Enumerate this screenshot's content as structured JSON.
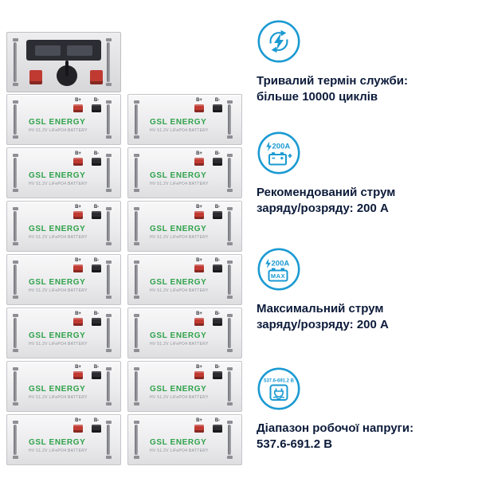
{
  "features": [
    {
      "icon": "cycle-life-icon",
      "line1": "Тривалий термін служби:",
      "line2": "більше 10000 циклів"
    },
    {
      "icon": "recommended-current-icon",
      "icon_label": "200A",
      "line1": "Рекомендований струм",
      "line2": "заряду/розряду: 200 А"
    },
    {
      "icon": "max-current-icon",
      "icon_label": "200A",
      "icon_sublabel": "MAX",
      "line1": "Максимальний струм",
      "line2": "заряду/розряду: 200 А"
    },
    {
      "icon": "voltage-range-icon",
      "icon_label": "537.6-691.2 В",
      "line1": "Діапазон робочої напруги:",
      "line2": "537.6-691.2 В"
    }
  ],
  "battery": {
    "brand": "GSL ENERGY",
    "model_text": "HV 51.2V LiFePO4 BATTERY",
    "terminal_plus_label": "B+",
    "terminal_minus_label": "B-",
    "module_count": 14
  },
  "colors": {
    "accent_blue": "#1b9ad2",
    "brand_green": "#2fa24a",
    "terminal_red": "#c03a32",
    "terminal_black": "#2b2b30",
    "text_dark": "#0c1b3a"
  }
}
